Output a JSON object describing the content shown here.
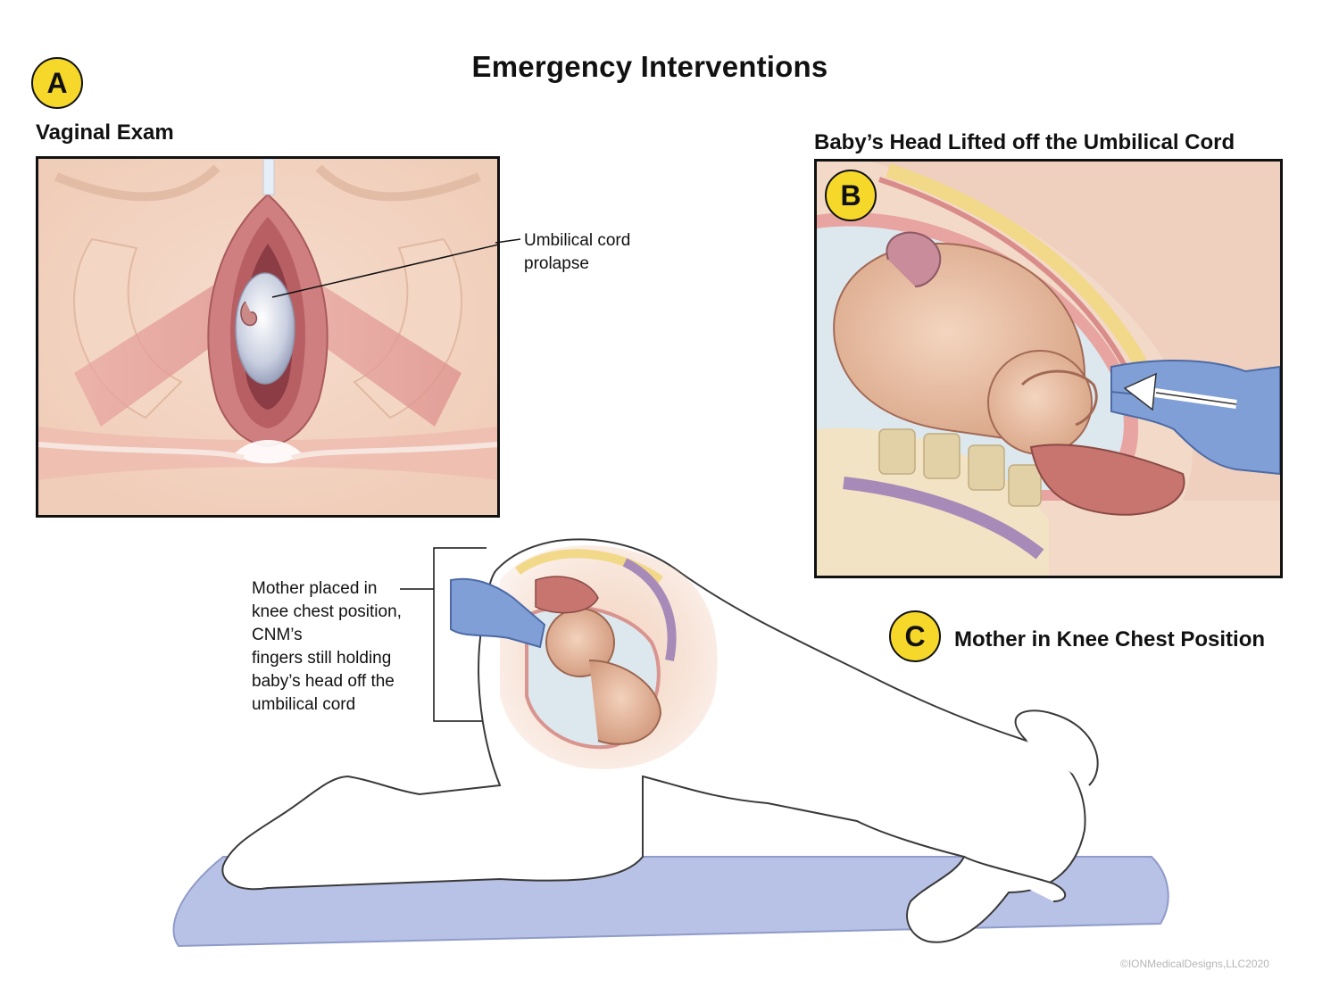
{
  "figure": {
    "title": "Emergency Interventions",
    "copyright": "©IONMedicalDesigns,LLC2020"
  },
  "panel_a": {
    "badge": "A",
    "heading": "Vaginal Exam",
    "label_line1": "Umbilical cord",
    "label_line2": "prolapse"
  },
  "panel_b": {
    "badge": "B",
    "heading": "Baby’s Head Lifted off the Umbilical Cord"
  },
  "panel_c": {
    "badge": "C",
    "heading": "Mother in Knee Chest Position",
    "label_lines": [
      "Mother placed in",
      "knee chest position,",
      "CNM’s",
      "fingers still holding",
      "baby’s head off the",
      "umbilical cord"
    ]
  },
  "colors": {
    "badge": "#f6d82a",
    "skin": "#f0c9b0",
    "tissue": "#c9777a",
    "glove": "#7f9fd6",
    "mat": "#b8c2e6"
  }
}
